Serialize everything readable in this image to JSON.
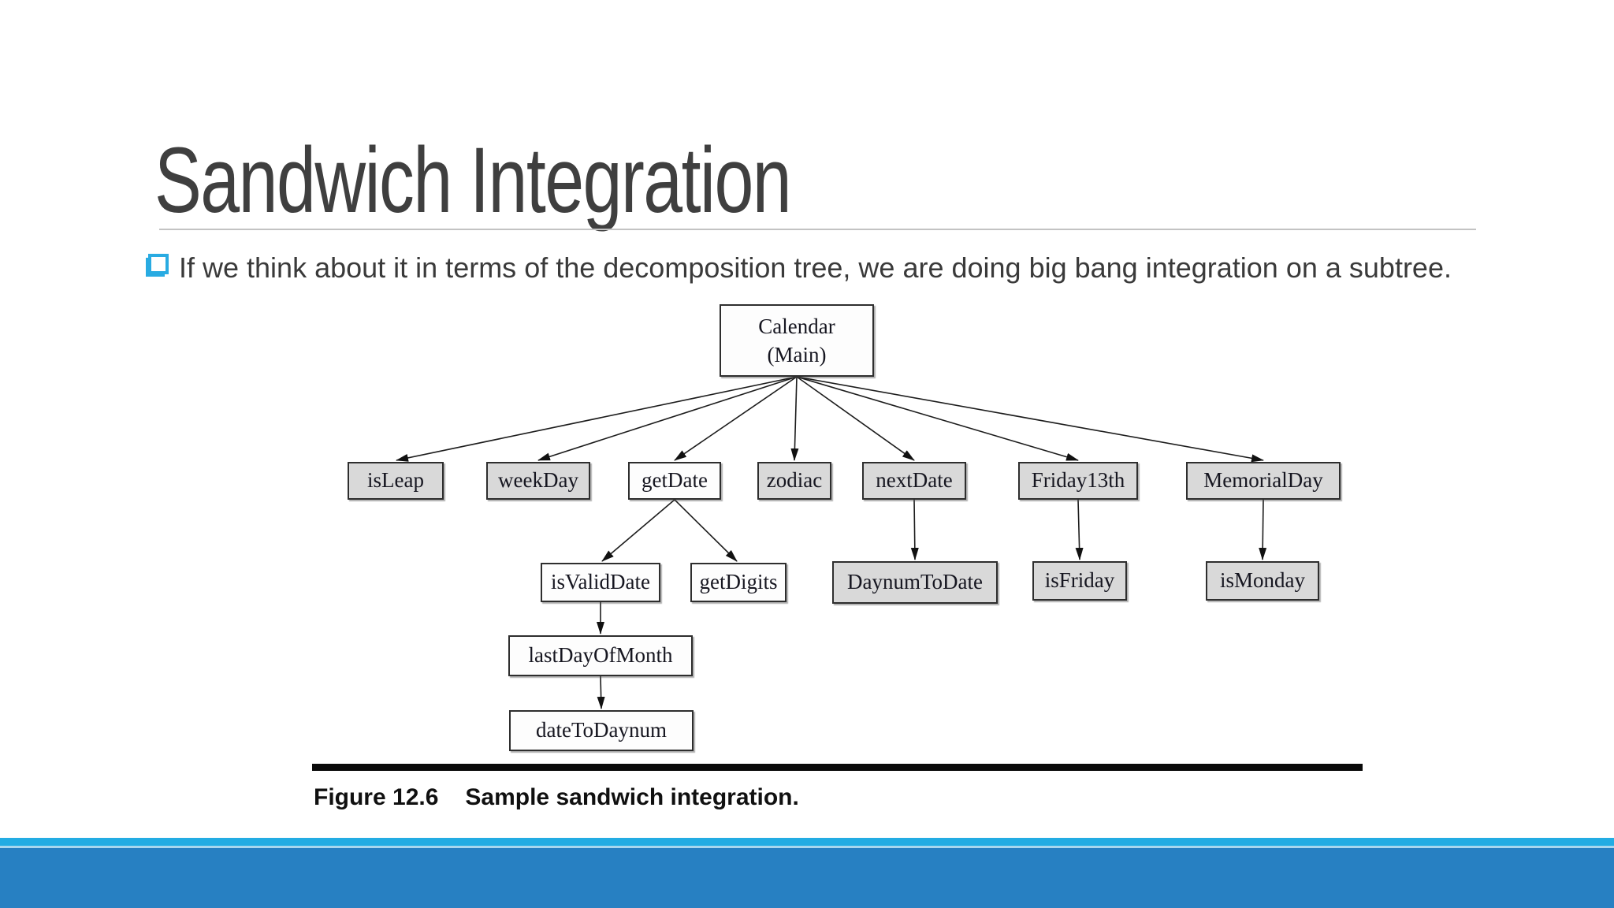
{
  "slide": {
    "title": "Sandwich Integration",
    "bullet_text": "If we think about it in terms of the decomposition tree, we are doing big bang integration on a subtree."
  },
  "figure": {
    "caption_label": "Figure 12.6",
    "caption_text": "Sample sandwich integration.",
    "tree": {
      "nodes": [
        {
          "id": "calendar",
          "label": "Calendar",
          "sub_label": "(Main)",
          "shaded": false
        },
        {
          "id": "isLeap",
          "label": "isLeap",
          "shaded": true
        },
        {
          "id": "weekDay",
          "label": "weekDay",
          "shaded": true
        },
        {
          "id": "getDate",
          "label": "getDate",
          "shaded": false
        },
        {
          "id": "zodiac",
          "label": "zodiac",
          "shaded": true
        },
        {
          "id": "nextDate",
          "label": "nextDate",
          "shaded": true
        },
        {
          "id": "friday13th",
          "label": "Friday13th",
          "shaded": true
        },
        {
          "id": "memorialDay",
          "label": "MemorialDay",
          "shaded": true
        },
        {
          "id": "isValidDate",
          "label": "isValidDate",
          "shaded": false
        },
        {
          "id": "getDigits",
          "label": "getDigits",
          "shaded": false
        },
        {
          "id": "daynumToDate",
          "label": "DaynumToDate",
          "shaded": true
        },
        {
          "id": "isFriday",
          "label": "isFriday",
          "shaded": true
        },
        {
          "id": "isMonday",
          "label": "isMonday",
          "shaded": true
        },
        {
          "id": "lastDayOfMonth",
          "label": "lastDayOfMonth",
          "shaded": false
        },
        {
          "id": "dateToDaynum",
          "label": "dateToDaynum",
          "shaded": false
        }
      ],
      "edges": [
        "Calendar (Main) -> isLeap",
        "Calendar (Main) -> weekDay",
        "Calendar (Main) -> getDate",
        "Calendar (Main) -> zodiac",
        "Calendar (Main) -> nextDate",
        "Calendar (Main) -> Friday13th",
        "Calendar (Main) -> MemorialDay",
        "getDate -> isValidDate",
        "getDate -> getDigits",
        "nextDate -> DaynumToDate",
        "Friday13th -> isFriday",
        "MemorialDay -> isMonday",
        "isValidDate -> lastDayOfMonth",
        "lastDayOfMonth -> dateToDaynum"
      ]
    }
  },
  "colors": {
    "bullet_square": "#29ABE2",
    "footer_accent_strip": "#23ACE3",
    "footer_bar": "#2780C2",
    "node_shaded_fill": "#d9d9d9",
    "node_plain_fill": "#fdfdfd",
    "title_text": "#3f3f3f"
  }
}
